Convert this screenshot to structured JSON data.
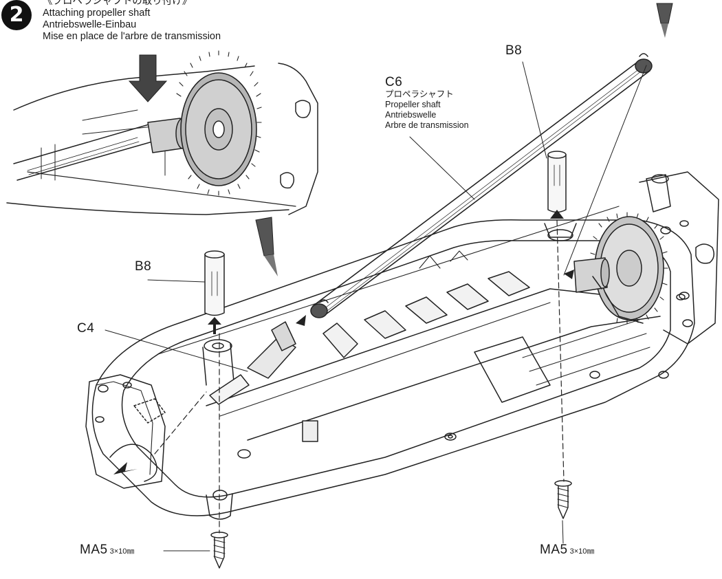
{
  "step": {
    "number": "2",
    "title_ja": "《プロペラシャフトの取り付け》",
    "title_en": "Attaching propeller shaft",
    "title_de": "Antriebswelle-Einbau",
    "title_fr": "Mise en place de l'arbre de transmission"
  },
  "callouts": {
    "c6": {
      "code": "C6",
      "ja": "プロペラシャフト",
      "en": "Propeller shaft",
      "de": "Antriebswelle",
      "fr": "Arbre de transmission"
    },
    "b8_top": {
      "code": "B8"
    },
    "b8_left": {
      "code": "B8"
    },
    "c4": {
      "code": "C4"
    },
    "ma5_left": {
      "code": "MA5",
      "size": "3×10㎜"
    },
    "ma5_right": {
      "code": "MA5",
      "size": "3×10㎜"
    }
  },
  "icons": [
    "grease-brush-icon",
    "push-arrow-icon",
    "assembly-direction-arrow-icon"
  ]
}
